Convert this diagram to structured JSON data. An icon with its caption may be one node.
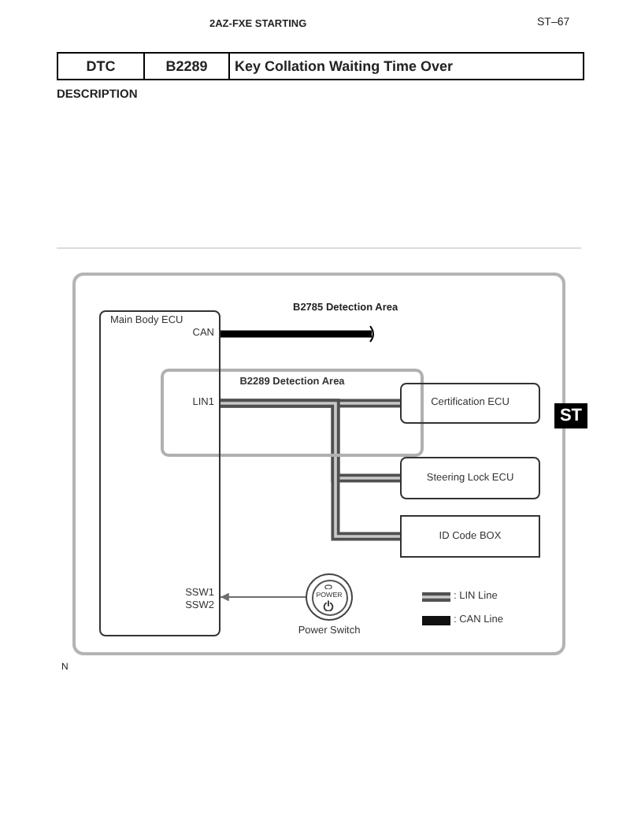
{
  "diagram": {
    "nodes": [
      {
        "text": [
          "Main Body ECU",
          "CAN",
          "LIN1",
          "SSW1",
          "SSW2"
        ]
      },
      {
        "text": [
          "Certification ECU"
        ]
      },
      {
        "text": [
          "Steering Lock ECU"
        ]
      },
      {
        "text": [
          "ID Code BOX"
        ]
      },
      {
        "text": [
          "POWER"
        ],
        "beside": [
          "Power Switch"
        ]
      }
    ],
    "edges": [
      {
        "from": 0,
        "to": null,
        "arrow": "none",
        "color": "#000000"
      },
      {
        "from": 0,
        "to": 1,
        "arrow": "none"
      },
      {
        "from": 0,
        "to": 2,
        "arrow": "none"
      },
      {
        "from": 0,
        "to": 3,
        "arrow": "none"
      },
      {
        "from": 4,
        "to": 0,
        "arrow": "to"
      }
    ],
    "labels": [
      "2AZ-FXE STARTING",
      "ST–67",
      "DTC",
      "B2289",
      "Key Collation Waiting Time Over",
      "DESCRIPTION",
      "B2785 Detection Area",
      "B2289 Detection Area",
      "ST",
      "N"
    ],
    "legend": [
      {
        "text": ": LIN Line"
      },
      {
        "text": ": CAN Line"
      }
    ]
  }
}
